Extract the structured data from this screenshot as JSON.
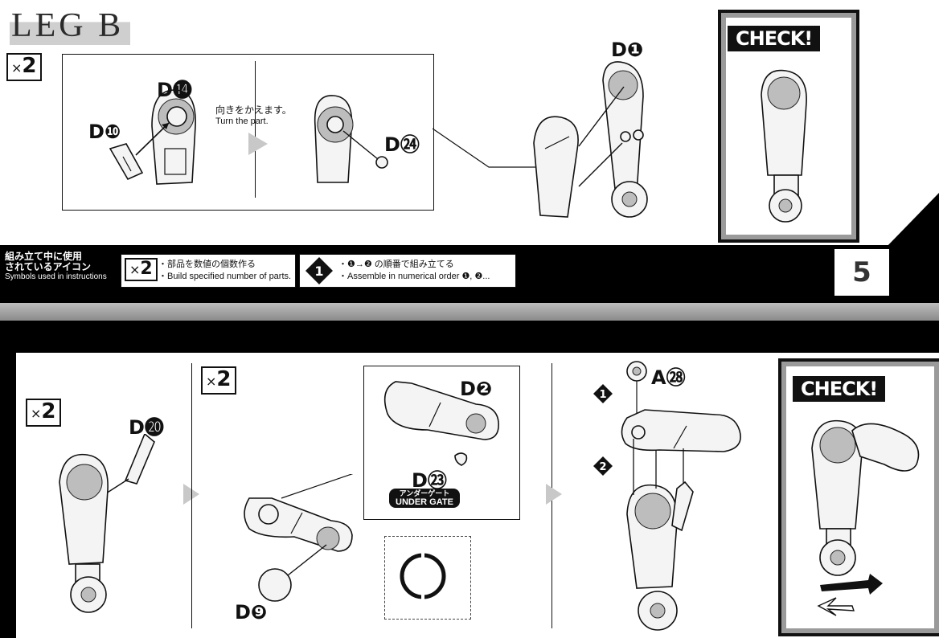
{
  "header": {
    "title": "LEG B"
  },
  "step1": {
    "multiplier": "2",
    "labels": {
      "d14": "D⓮",
      "d10": "D❿",
      "d24": "D㉔",
      "d1": "D❶"
    },
    "note_jp": "向きをかえます。",
    "note_en": "Turn the part."
  },
  "check1": {
    "label": "CHECK!"
  },
  "legend": {
    "title_jp_line1": "組み立て中に使用",
    "title_jp_line2": "されているアイコン",
    "title_en": "Symbols used in instructions",
    "multiplier": "2",
    "multiply_jp": "・部品を数値の個数作る",
    "multiply_en": "・Build specified number of parts.",
    "order_jp": "・❶→❷ の順番で組み立てる",
    "order_en": "・Assemble in numerical order ❶, ❷..."
  },
  "page": {
    "number": "5"
  },
  "step2": {
    "multiplier": "2",
    "labels": {
      "d20": "D⓴",
      "d2": "D❷",
      "d23": "D㉓",
      "d9": "D❾",
      "a28": "A㉘"
    },
    "under_gate_jp": "アンダーゲート",
    "under_gate_en": "UNDER GATE",
    "order1": "1",
    "order2": "2"
  },
  "step3": {
    "multiplier": "2"
  },
  "check2": {
    "label": "CHECK!"
  }
}
